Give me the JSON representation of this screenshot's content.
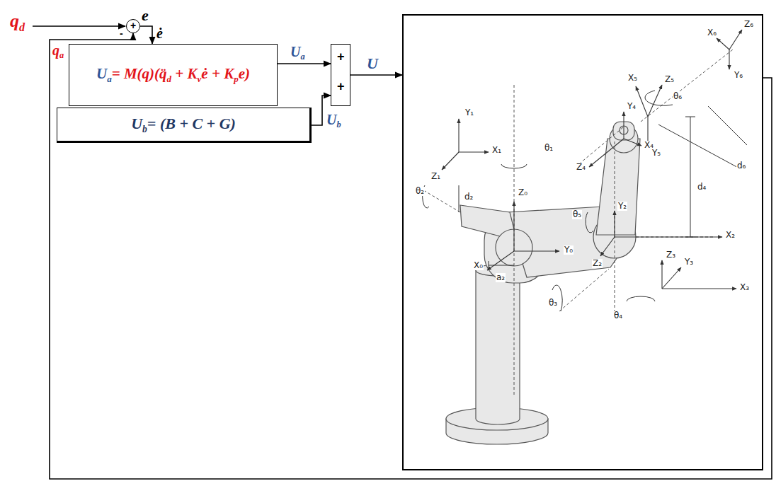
{
  "diagram": {
    "nodes": [
      {
        "text": [
          "+",
          "-"
        ]
      },
      {
        "text": [
          "U",
          "a",
          "= M(q)(q̈",
          "d",
          " + K",
          "v",
          "ė + K",
          "p",
          "e)"
        ]
      },
      {
        "text": [
          "+",
          "+"
        ]
      },
      {
        "text": [
          "U",
          "b",
          "= (B + C + G)"
        ]
      },
      {
        "text": [
          "Y₁",
          "X₁",
          "Z₁",
          "θ₂",
          "d₂",
          "θ₁",
          "Z₀",
          "X₀",
          "Y₀",
          "a₂",
          "θ₃",
          "Y₂",
          "X₂",
          "Z₂",
          "Z₃",
          "Y₃",
          "X₃",
          "θ₄",
          "θ₅",
          "Z₄",
          "Y₄",
          "X₄",
          "X₅",
          "Z₅",
          "θ₆",
          "Y₅",
          "d₆",
          "d₄",
          "X₆",
          "Z₆",
          "Y₆"
        ]
      }
    ],
    "edges": [
      {
        "from": 0,
        "to": 1,
        "arrow": "to"
      },
      {
        "from": 1,
        "to": 2,
        "arrow": "to"
      },
      {
        "from": 3,
        "to": 2,
        "arrow": "to"
      },
      {
        "from": 2,
        "to": 4,
        "arrow": "to"
      },
      {
        "from": 4,
        "to": 0,
        "arrow": "to"
      }
    ],
    "labels": [
      "q",
      "d",
      "q",
      "a",
      "e",
      "ė",
      "U",
      "a",
      "U",
      "b",
      "U"
    ]
  }
}
